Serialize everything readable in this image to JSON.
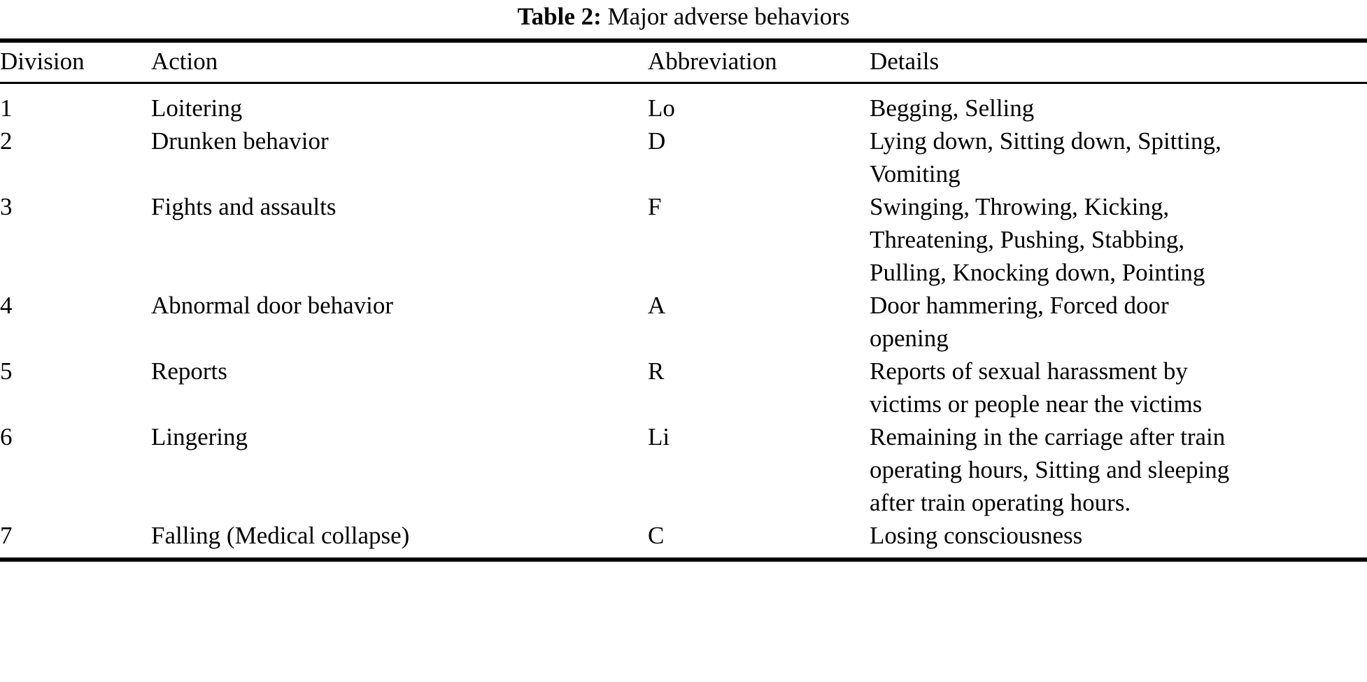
{
  "caption": {
    "label": "Table 2:",
    "text": "Major adverse behaviors"
  },
  "table": {
    "headers": {
      "division": "Division",
      "action": "Action",
      "abbreviation": "Abbreviation",
      "details": "Details"
    },
    "rows": [
      {
        "division": "1",
        "action": "Loitering",
        "abbreviation": "Lo",
        "details": "Begging, Selling",
        "details_lines": [
          "Begging, Selling"
        ]
      },
      {
        "division": "2",
        "action": "Drunken behavior",
        "abbreviation": "D",
        "details": "Lying down, Sitting down, Spitting, Vomiting",
        "details_lines": [
          "Lying down, Sitting down, Spitting,",
          "Vomiting"
        ]
      },
      {
        "division": "3",
        "action": "Fights and assaults",
        "abbreviation": "F",
        "details": "Swinging, Throwing, Kicking, Threatening, Pushing, Stabbing, Pulling, Knocking down, Pointing",
        "details_lines": [
          "Swinging, Throwing, Kicking,",
          "Threatening, Pushing, Stabbing,",
          "Pulling, Knocking down, Pointing"
        ]
      },
      {
        "division": "4",
        "action": "Abnormal door behavior",
        "abbreviation": "A",
        "details": "Door hammering, Forced door opening",
        "details_lines": [
          "Door hammering, Forced door",
          "opening"
        ]
      },
      {
        "division": "5",
        "action": "Reports",
        "abbreviation": "R",
        "details": "Reports of sexual harassment by victims or people near the victims",
        "details_lines": [
          "Reports of sexual harassment by",
          "victims or people near the victims"
        ]
      },
      {
        "division": "6",
        "action": "Lingering",
        "abbreviation": "Li",
        "details": "Remaining in the carriage after train operating hours, Sitting and sleeping after train operating hours.",
        "details_lines": [
          "Remaining in the carriage after train",
          "operating hours, Sitting and sleeping",
          "after train operating hours."
        ]
      },
      {
        "division": "7",
        "action": "Falling (Medical collapse)",
        "abbreviation": "C",
        "details": "Losing consciousness",
        "details_lines": [
          "Losing consciousness"
        ]
      }
    ]
  },
  "colors": {
    "text": "#000000",
    "background": "#ffffff",
    "rule": "#000000"
  }
}
